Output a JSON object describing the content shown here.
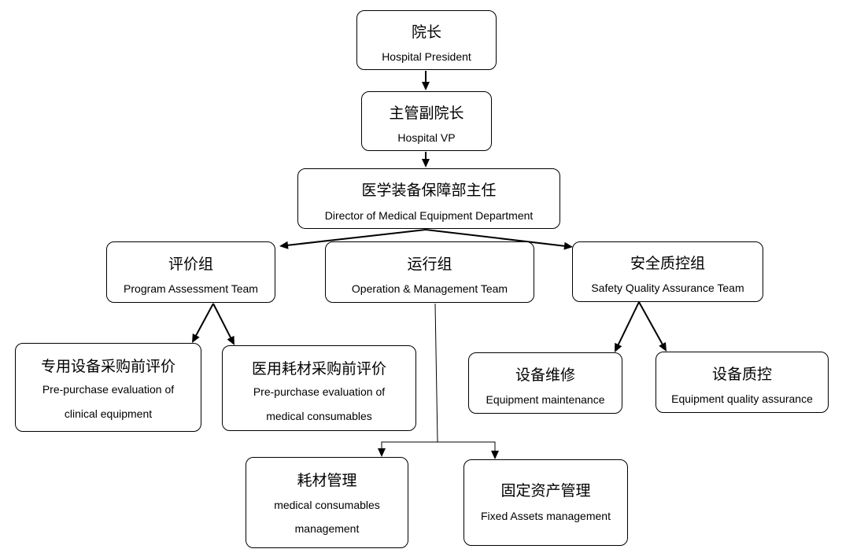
{
  "colors": {
    "line": "#000000",
    "box_fill": "#ffffff",
    "text": "#000000"
  },
  "nodes": {
    "president": {
      "zh": "院长",
      "en": "Hospital President"
    },
    "vp": {
      "zh": "主管副院长",
      "en": "Hospital VP"
    },
    "director": {
      "zh": "医学装备保障部主任",
      "en": "Director of Medical Equipment Department"
    },
    "assessment": {
      "zh": "评价组",
      "en": "Program Assessment Team"
    },
    "operation": {
      "zh": "运行组",
      "en": "Operation & Management Team"
    },
    "safety": {
      "zh": "安全质控组",
      "en": "Safety Quality Assurance Team"
    },
    "prepurchase_equipment": {
      "zh": "专用设备采购前评价",
      "en_line1": "Pre-purchase evaluation of",
      "en_line2": "clinical equipment"
    },
    "prepurchase_consumables": {
      "zh": "医用耗材采购前评价",
      "en_line1": "Pre-purchase evaluation of",
      "en_line2": "medical consumables"
    },
    "maintenance": {
      "zh": "设备维修",
      "en": "Equipment maintenance"
    },
    "quality": {
      "zh": "设备质控",
      "en": "Equipment quality assurance"
    },
    "consumables_mgmt": {
      "zh": "耗材管理",
      "en_line1": "medical consumables",
      "en_line2": "management"
    },
    "fixed_assets": {
      "zh": "固定资产管理",
      "en": "Fixed Assets management"
    }
  }
}
